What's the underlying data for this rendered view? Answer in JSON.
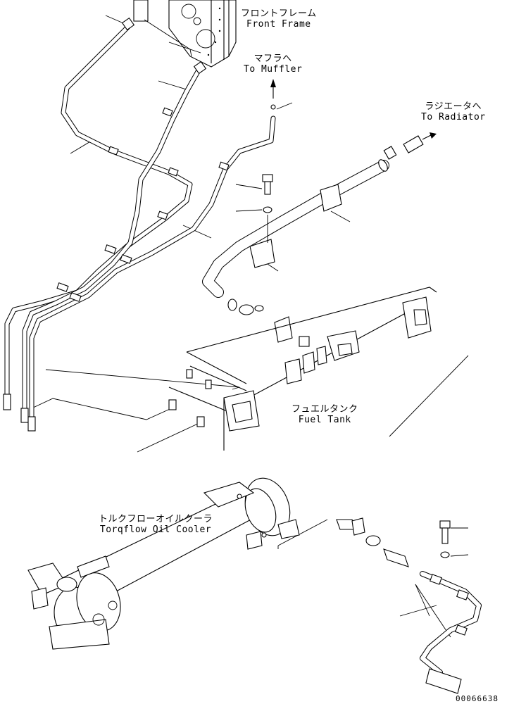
{
  "labels": {
    "front_frame": {
      "ja": "フロントフレーム",
      "en": "Front Frame"
    },
    "to_muffler": {
      "ja": "マフラへ",
      "en": "To Muffler"
    },
    "to_radiator": {
      "ja": "ラジエータへ",
      "en": "To Radiator"
    },
    "fuel_tank": {
      "ja": "フュエルタンク",
      "en": "Fuel Tank"
    },
    "oil_cooler": {
      "ja": "トルクフローオイルクーラ",
      "en": "Torqflow Oil Cooler"
    }
  },
  "drawing_code": "00066638"
}
